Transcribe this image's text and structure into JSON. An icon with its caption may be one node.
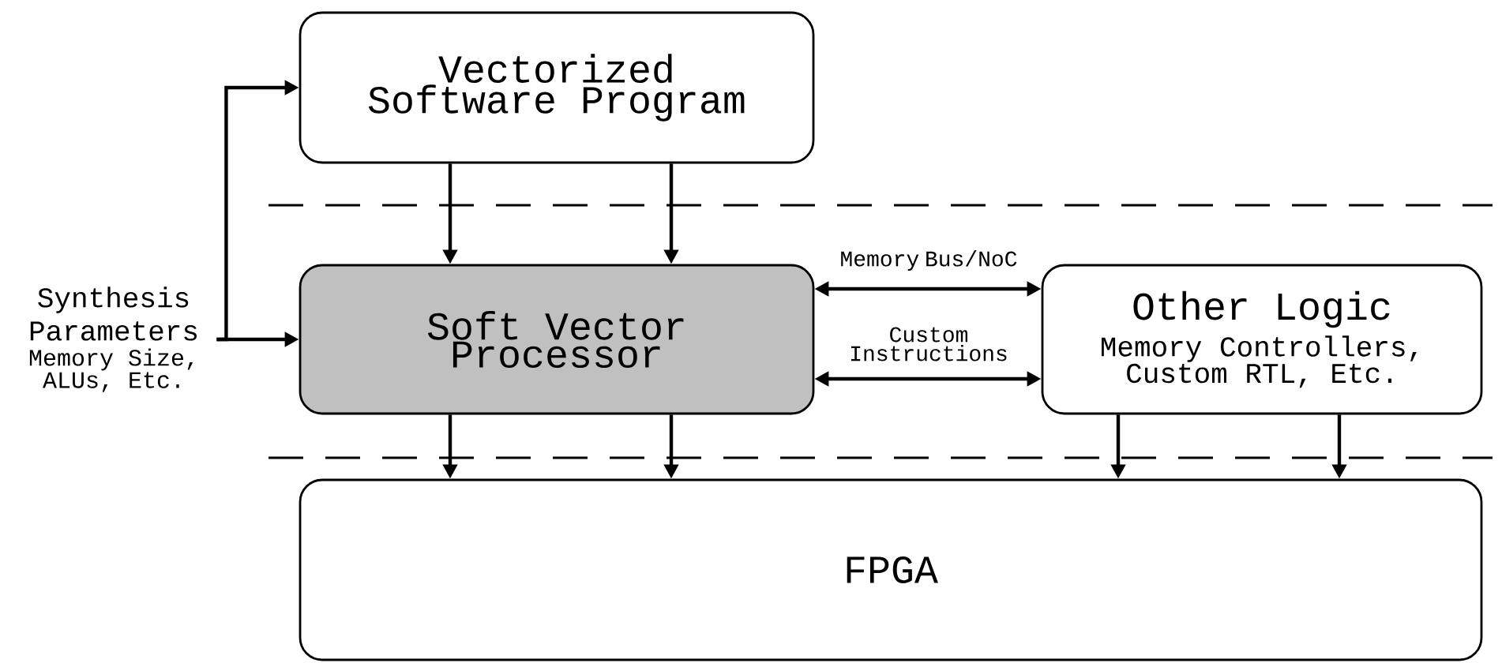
{
  "diagram": {
    "nodes": [
      {
        "text": [
          "Vectorized Software Program"
        ]
      },
      {
        "text": [
          "Synthesis Parameters",
          "Memory Size, ALUs, Etc."
        ]
      },
      {
        "text": [
          "Soft Vector Processor"
        ]
      },
      {
        "text": [
          "Other Logic",
          "Memory Controllers, Custom RTL, Etc."
        ]
      },
      {
        "text": [
          "FPGA"
        ]
      }
    ],
    "edges": [
      {
        "from": 1,
        "to": 0,
        "arrow": "to"
      },
      {
        "from": 1,
        "to": 2,
        "arrow": "to"
      },
      {
        "from": 0,
        "to": 2,
        "arrow": "to"
      },
      {
        "from": 0,
        "to": 2,
        "arrow": "to"
      },
      {
        "from": 2,
        "to": 3,
        "arrow": "both",
        "label": "Memory Bus/NoC"
      },
      {
        "from": 2,
        "to": 3,
        "arrow": "both",
        "label": "Custom Instructions"
      },
      {
        "from": 2,
        "to": 4,
        "arrow": "to"
      },
      {
        "from": 2,
        "to": 4,
        "arrow": "to"
      },
      {
        "from": 3,
        "to": 4,
        "arrow": "to"
      },
      {
        "from": 3,
        "to": 4,
        "arrow": "to"
      }
    ]
  }
}
